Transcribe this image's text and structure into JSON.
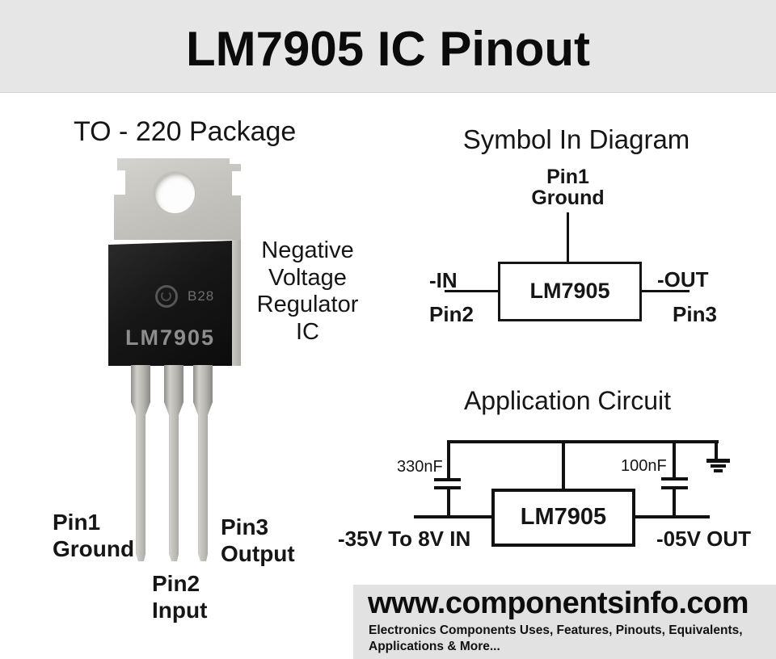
{
  "page_title": "LM7905 IC Pinout",
  "package": {
    "heading": "TO - 220 Package",
    "description_lines": [
      "Negative",
      "Voltage",
      "Regulator",
      "IC"
    ],
    "chip": {
      "marking_code": "B28",
      "part_label": "LM7905"
    },
    "pins": [
      {
        "name": "Pin1",
        "function": "Ground"
      },
      {
        "name": "Pin2",
        "function": "Input"
      },
      {
        "name": "Pin3",
        "function": "Output"
      }
    ]
  },
  "symbol": {
    "heading": "Symbol In Diagram",
    "ic_label": "LM7905",
    "top_pin": {
      "name": "Pin1",
      "function": "Ground"
    },
    "left_pin": {
      "signal": "-IN",
      "name": "Pin2"
    },
    "right_pin": {
      "signal": "-OUT",
      "name": "Pin3"
    }
  },
  "circuit": {
    "heading": "Application Circuit",
    "ic_label": "LM7905",
    "input_capacitor": "330nF",
    "output_capacitor": "100nF",
    "input_label": "-35V To 8V IN",
    "output_label": "-05V OUT"
  },
  "footer": {
    "website": "www.componentsinfo.com",
    "tagline_line1": "Electronics Components Uses, Features, Pinouts, Equivalents,",
    "tagline_line2": "Applications & More..."
  },
  "colors": {
    "header_background": "#e6e6e6",
    "page_background": "#ffffff",
    "footer_background": "#e2e2e2",
    "text": "#161616",
    "chip_body": "#181818",
    "chip_marking": "#8d8d8d",
    "metal_tab": "#c3c2bd",
    "leg_metal": "#b6b4af",
    "wire": "#111111"
  }
}
